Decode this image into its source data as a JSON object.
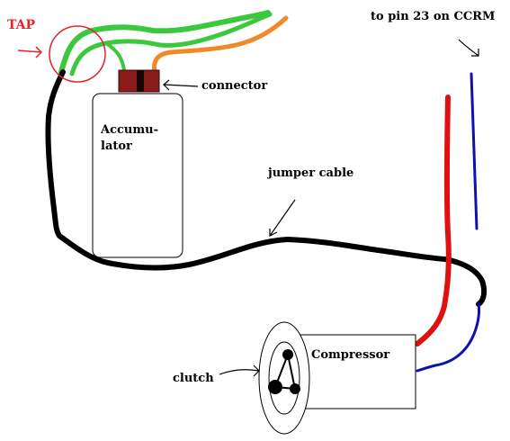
{
  "labels": {
    "tap": "TAP",
    "connector": "connector",
    "accumulator_line1": "Accumu-",
    "accumulator_line2": "lator",
    "jumper_cable": "jumper cable",
    "pin": "to pin 23 on CCRM",
    "compressor": "Compressor",
    "clutch": "clutch"
  },
  "colors": {
    "tap": "#e8202a",
    "green_wire": "#3cc83c",
    "orange_wire": "#f08a28",
    "black_wire": "#000000",
    "red_wire": "#e01010",
    "blue_wire": "#1010b0",
    "connector": "#8b1a1a"
  }
}
